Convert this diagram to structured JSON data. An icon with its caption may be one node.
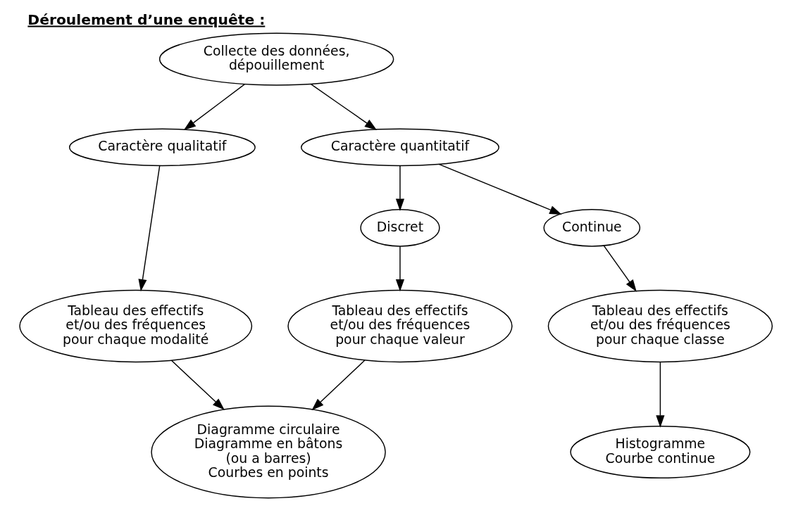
{
  "diagram": {
    "title": "Déroulement d’une enquête :",
    "nodes": [
      {
        "text": [
          "Collecte des données, dépouillement"
        ]
      },
      {
        "text": [
          "Caractère qualitatif"
        ]
      },
      {
        "text": [
          "Caractère quantitatif"
        ]
      },
      {
        "text": [
          "Discret"
        ]
      },
      {
        "text": [
          "Continue"
        ]
      },
      {
        "text": [
          "Tableau des effectifs et/ou des fréquences pour chaque modalité"
        ]
      },
      {
        "text": [
          "Tableau des effectifs et/ou des fréquences pour chaque valeur"
        ]
      },
      {
        "text": [
          "Tableau des effectifs et/ou des fréquences pour chaque classe"
        ]
      },
      {
        "text": [
          "Diagramme circulaire",
          "Diagramme en bâtons (ou a barres)",
          "Courbes en points"
        ]
      },
      {
        "text": [
          "Histogramme",
          "Courbe continue"
        ]
      }
    ],
    "edges": [
      {
        "from": 0,
        "to": 1,
        "arrow": "to"
      },
      {
        "from": 0,
        "to": 2,
        "arrow": "to"
      },
      {
        "from": 2,
        "to": 3,
        "arrow": "to"
      },
      {
        "from": 2,
        "to": 4,
        "arrow": "to"
      },
      {
        "from": 1,
        "to": 5,
        "arrow": "to"
      },
      {
        "from": 3,
        "to": 6,
        "arrow": "to"
      },
      {
        "from": 4,
        "to": 7,
        "arrow": "to"
      },
      {
        "from": 5,
        "to": 8,
        "arrow": "to"
      },
      {
        "from": 6,
        "to": 8,
        "arrow": "to"
      },
      {
        "from": 7,
        "to": 9,
        "arrow": "to"
      }
    ]
  }
}
